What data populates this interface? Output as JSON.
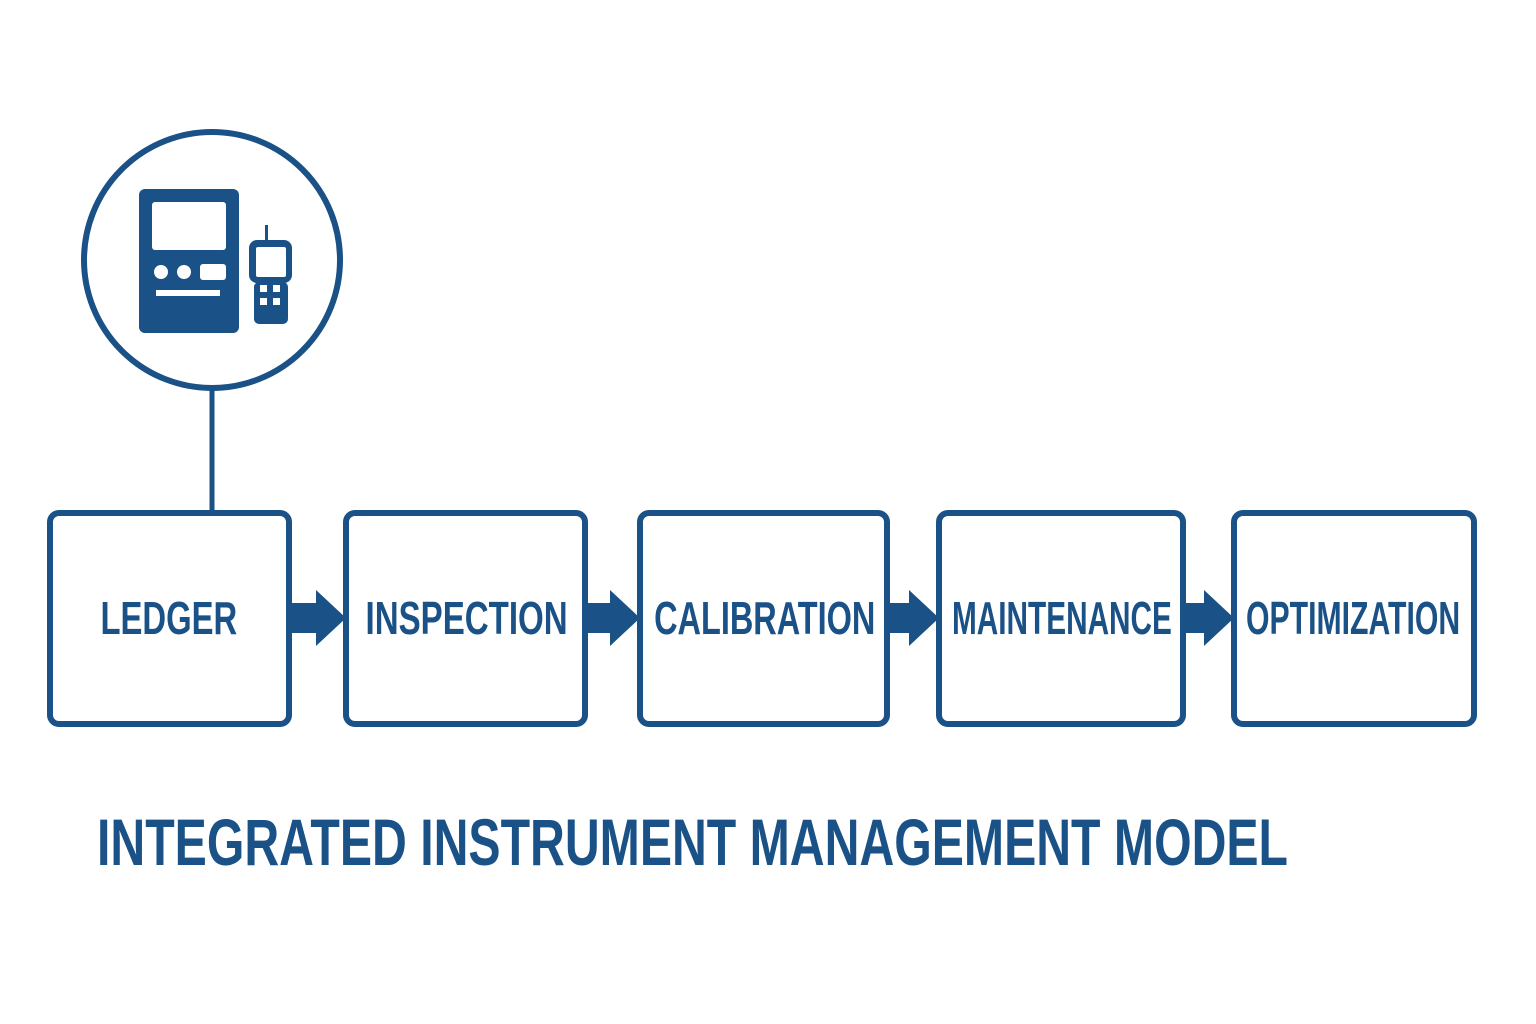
{
  "colors": {
    "primary": "#1a5186",
    "background": "#ffffff"
  },
  "icon": {
    "name": "instrument-devices-icon"
  },
  "stages": [
    {
      "label": "LEDGER"
    },
    {
      "label": "INSPECTION"
    },
    {
      "label": "CALIBRATION"
    },
    {
      "label": "MAINTENANCE"
    },
    {
      "label": "OPTIMIZATION"
    }
  ],
  "title": "INTEGRATED INSTRUMENT MANAGEMENT MODEL"
}
